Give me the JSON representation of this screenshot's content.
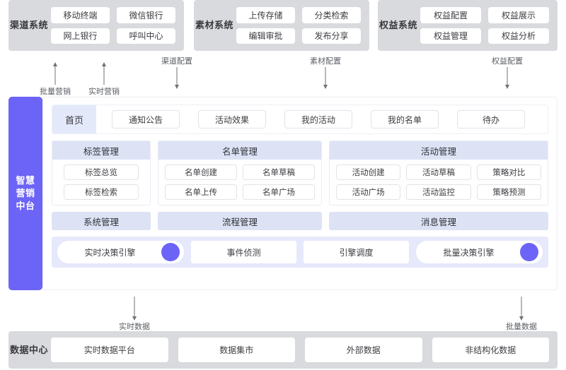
{
  "top_systems": [
    {
      "id": "channel",
      "title": "渠道系统",
      "items": [
        "移动终端",
        "微信银行",
        "网上银行",
        "呼叫中心"
      ]
    },
    {
      "id": "material",
      "title": "素材系统",
      "items": [
        "上传存储",
        "分类检索",
        "编辑审批",
        "发布分享"
      ]
    },
    {
      "id": "rights",
      "title": "权益系统",
      "items": [
        "权益配置",
        "权益展示",
        "权益管理",
        "权益分析"
      ]
    }
  ],
  "flow_labels": {
    "batch_marketing": "批量营销",
    "realtime_marketing": "实时营销",
    "channel_config": "渠道配置",
    "material_config": "素材配置",
    "rights_config": "权益配置",
    "realtime_data": "实时数据",
    "batch_data": "批量数据"
  },
  "sidebar": {
    "label": "智慧营销中台"
  },
  "tabs": {
    "home": "首页",
    "items": [
      "通知公告",
      "活动效果",
      "我的活动",
      "我的名单",
      "待办"
    ]
  },
  "mgmt_row1": [
    {
      "id": "tag",
      "title": "标签管理",
      "items": [
        "标签总览",
        "标签检索"
      ]
    },
    {
      "id": "list",
      "title": "名单管理",
      "items": [
        "名单创建",
        "名单草稿",
        "名单上传",
        "名单广场"
      ]
    },
    {
      "id": "activity",
      "title": "活动管理",
      "items": [
        "活动创建",
        "活动草稿",
        "策略对比",
        "活动广场",
        "活动监控",
        "策略预测"
      ]
    }
  ],
  "mgmt_row2": [
    {
      "id": "system",
      "title": "系统管理"
    },
    {
      "id": "flow",
      "title": "流程管理"
    },
    {
      "id": "message",
      "title": "消息管理"
    }
  ],
  "engines": [
    {
      "id": "realtime-decision",
      "label": "实时决策引擎",
      "dot": true
    },
    {
      "id": "event-detect",
      "label": "事件侦测",
      "dot": false
    },
    {
      "id": "engine-schedule",
      "label": "引擎调度",
      "dot": false
    },
    {
      "id": "batch-decision",
      "label": "批量决策引擎",
      "dot": true
    }
  ],
  "data_center": {
    "title": "数据中心",
    "items": [
      "实时数据平台",
      "数据集市",
      "外部数据",
      "非结构化数据"
    ]
  },
  "colors": {
    "accent_purple": "#6c64f6",
    "panel_header_blue": "#dde3f5",
    "tab_active_blue": "#e4e9fa",
    "group_grey": "#d9dade",
    "engine_band": "#e6e9fb"
  }
}
